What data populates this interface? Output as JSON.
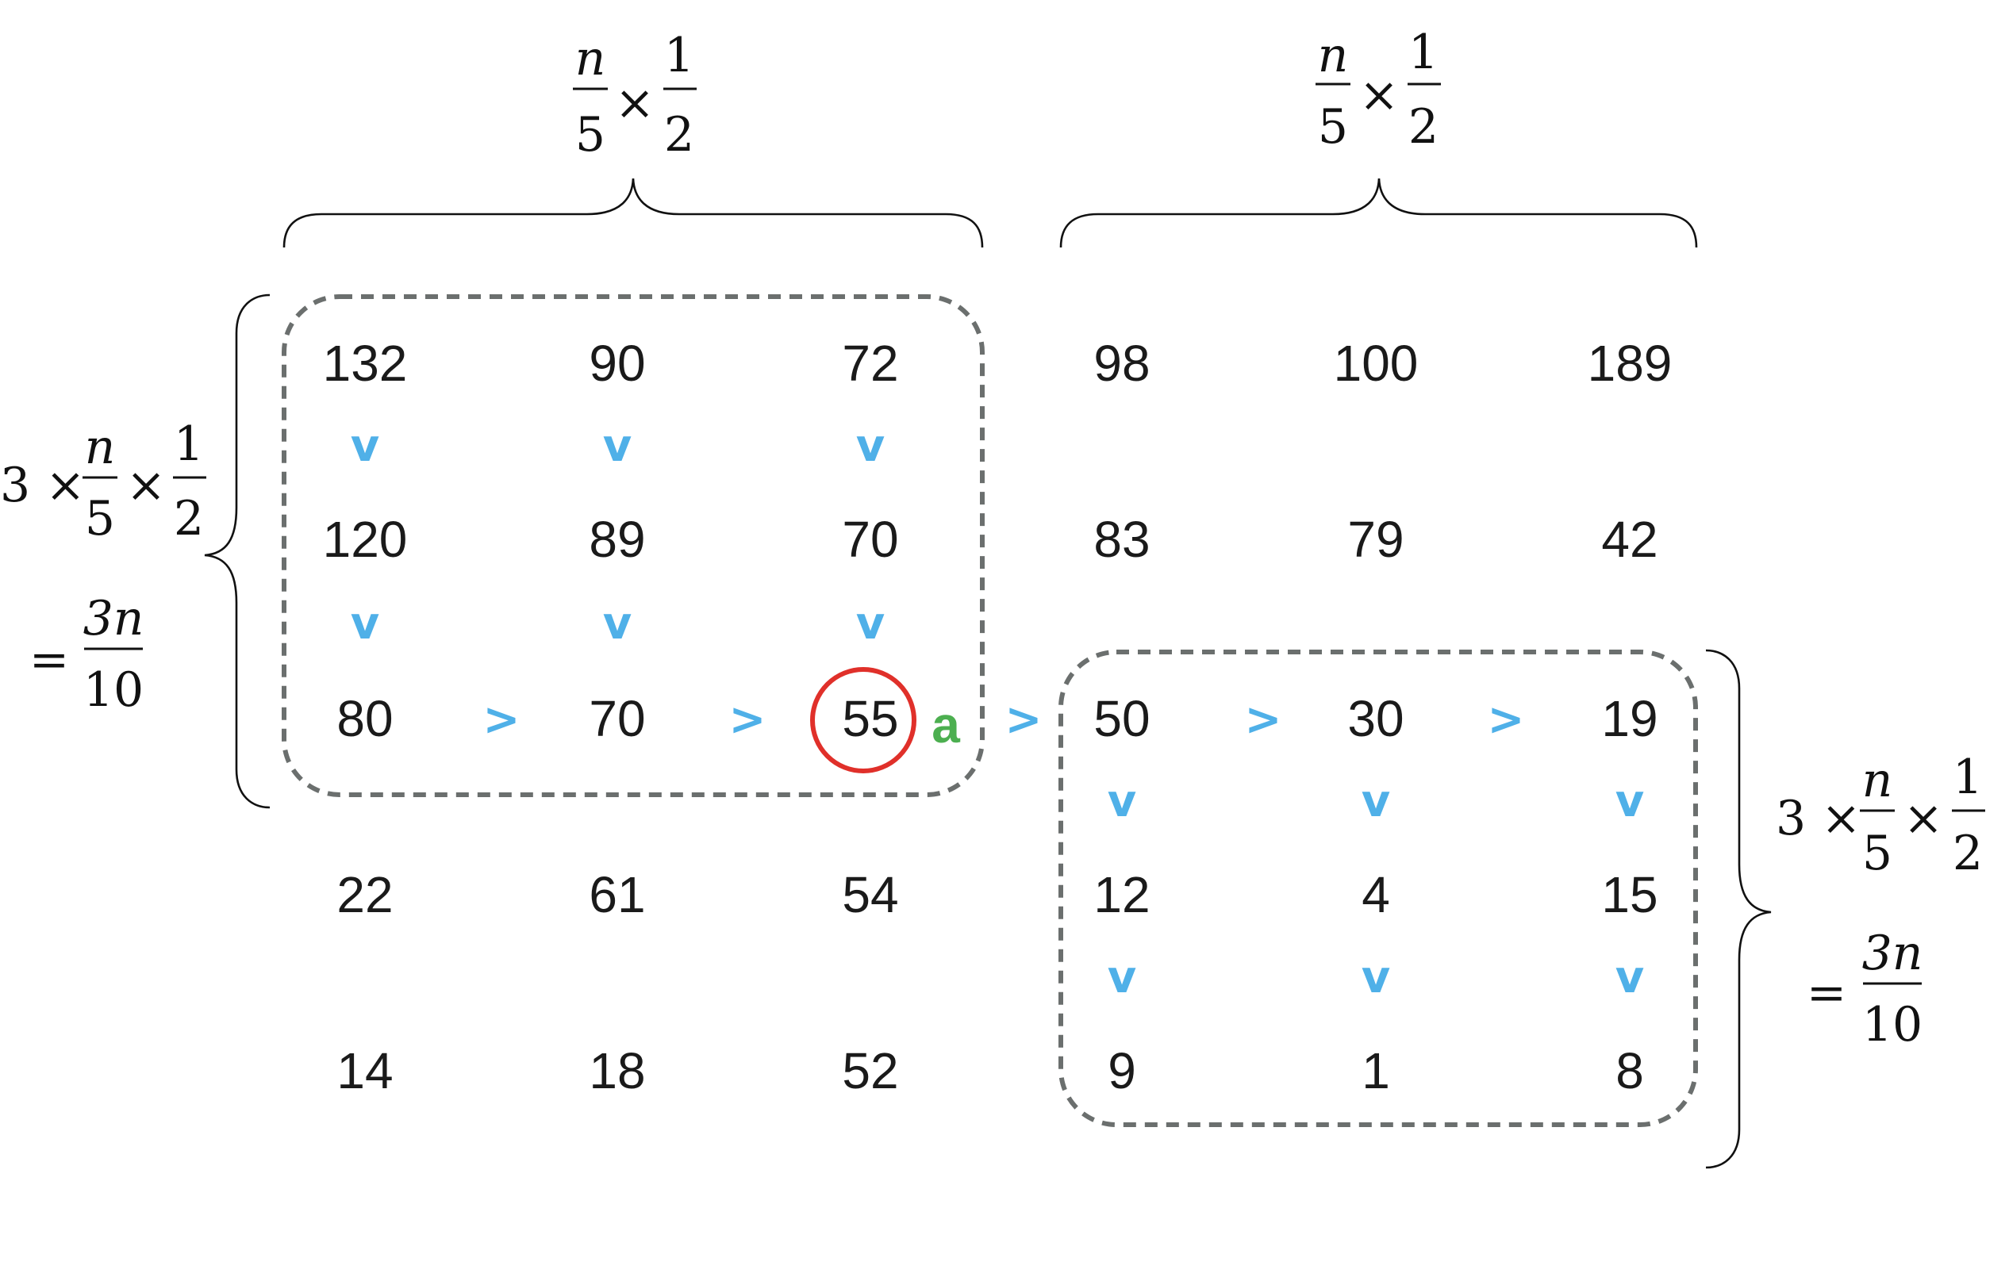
{
  "colors": {
    "arrow": "#4fb0e8",
    "highlight_circle": "#e0302a",
    "marker": "#4caf50",
    "dashed_box": "#6b6f6e",
    "text": "#1a1a1a"
  },
  "grid": {
    "rows": [
      [
        "132",
        "90",
        "72",
        "98",
        "100",
        "189"
      ],
      [
        "120",
        "89",
        "70",
        "83",
        "79",
        "42"
      ],
      [
        "80",
        "70",
        "55",
        "50",
        "30",
        "19"
      ],
      [
        "22",
        "61",
        "54",
        "12",
        "4",
        "15"
      ],
      [
        "14",
        "18",
        "52",
        "9",
        "1",
        "8"
      ]
    ]
  },
  "symbols": {
    "vertical_comparator": "v",
    "horizontal_comparator": ">"
  },
  "highlight": {
    "row": 2,
    "col": 2,
    "value": "55"
  },
  "marker_label": "a",
  "annotations": {
    "top_left": {
      "numerator1": "n",
      "denominator1": "5",
      "operator": "×",
      "numerator2": "1",
      "denominator2": "2"
    },
    "top_right": {
      "numerator1": "n",
      "denominator1": "5",
      "operator": "×",
      "numerator2": "1",
      "denominator2": "2"
    },
    "left": {
      "prefix": "3 ×",
      "numerator1": "n",
      "denominator1": "5",
      "operator": "×",
      "numerator2": "1",
      "denominator2": "2",
      "equals": "=",
      "result_numerator": "3n",
      "result_denominator": "10"
    },
    "right": {
      "prefix": "3 ×",
      "numerator1": "n",
      "denominator1": "5",
      "operator": "×",
      "numerator2": "1",
      "denominator2": "2",
      "equals": "=",
      "result_numerator": "3n",
      "result_denominator": "10"
    }
  }
}
